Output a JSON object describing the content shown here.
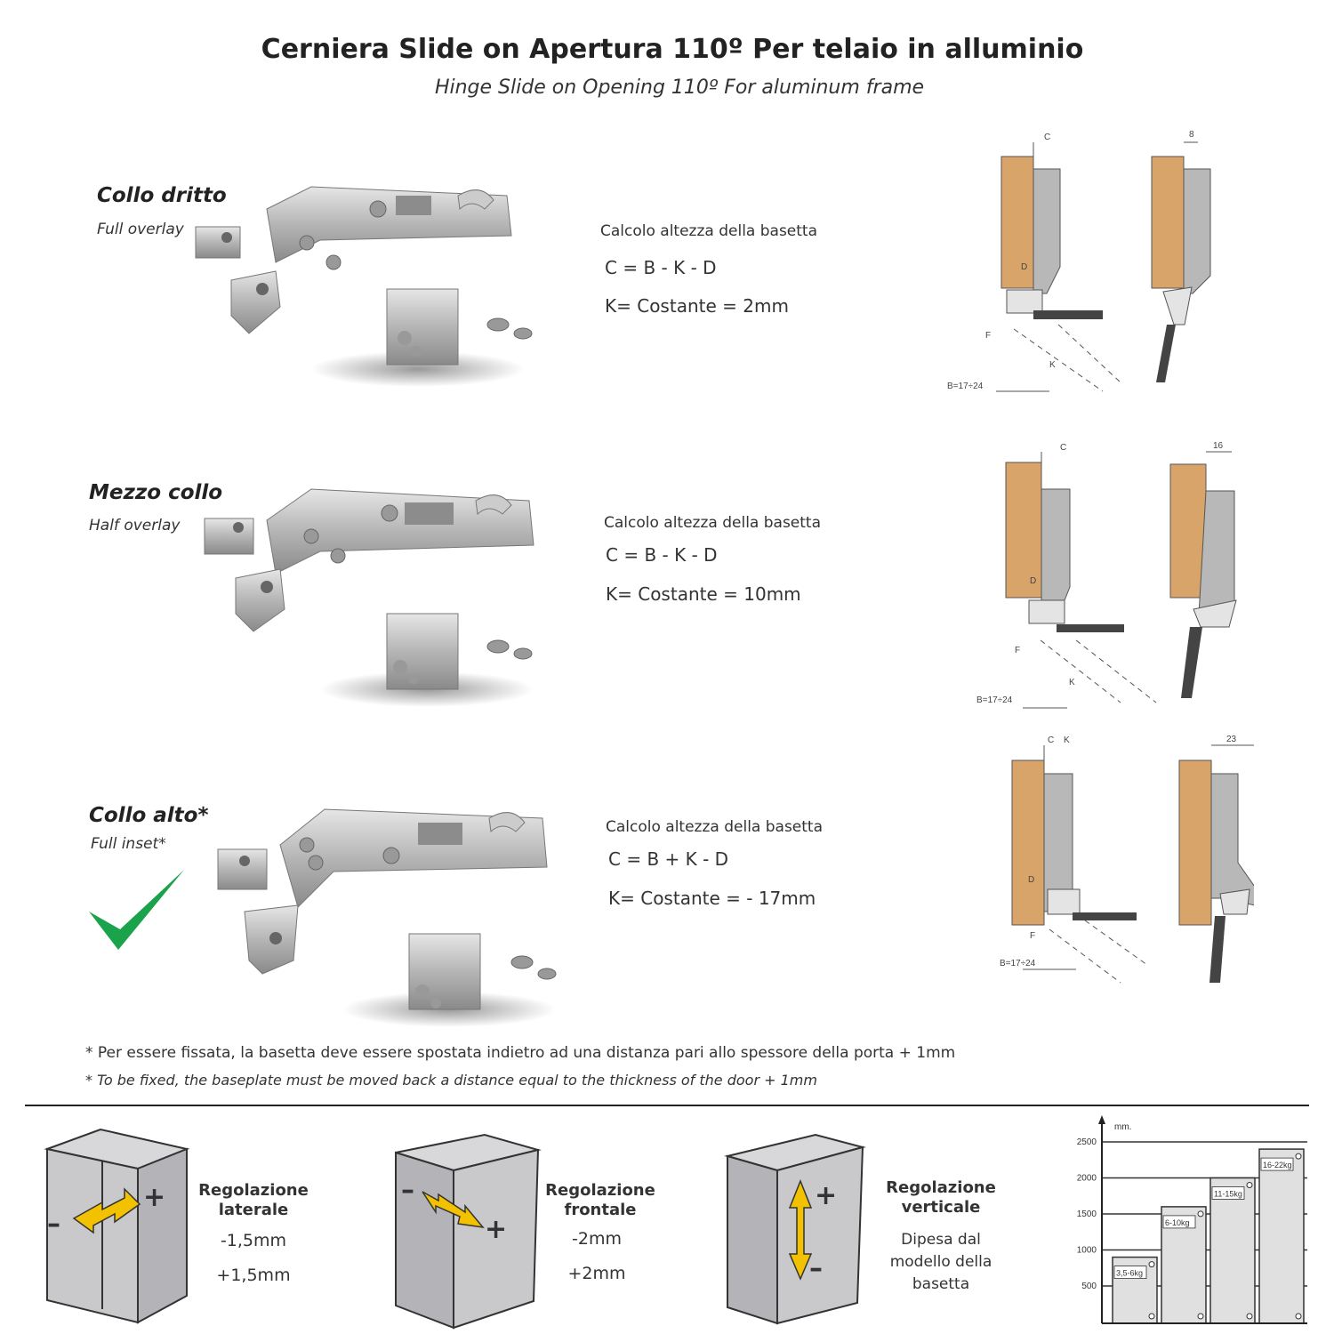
{
  "header": {
    "title": "Cerniera Slide on Apertura 110º Per telaio in alluminio",
    "subtitle": "Hinge Slide on Opening 110º For aluminum frame"
  },
  "sections": [
    {
      "title": "Collo dritto",
      "subtitle": "Full overlay",
      "calc_label": "Calcolo altezza della basetta",
      "formula": "C = B - K - D",
      "constant": "K= Costante = 2mm",
      "diagram": {
        "label_c": "C",
        "label_d": "D",
        "label_f": "F",
        "label_k": "K",
        "label_b": "B=17÷24",
        "open_dim": "8"
      }
    },
    {
      "title": "Mezzo collo",
      "subtitle": "Half overlay",
      "calc_label": "Calcolo altezza della basetta",
      "formula": "C = B - K - D",
      "constant": "K= Costante = 10mm",
      "diagram": {
        "label_c": "C",
        "label_d": "D",
        "label_f": "F",
        "label_k": "K",
        "label_b": "B=17÷24",
        "open_dim": "16"
      }
    },
    {
      "title": "Collo alto*",
      "subtitle": "Full inset*",
      "calc_label": "Calcolo altezza della basetta",
      "formula": "C = B + K - D",
      "constant": "K= Costante = - 17mm",
      "diagram": {
        "label_c": "C",
        "label_d": "D",
        "label_f": "F",
        "label_k": "K",
        "label_b": "B=17÷24",
        "open_dim": "23"
      }
    }
  ],
  "footnote": {
    "it": "* Per essere fissata, la basetta deve essere spostata indietro ad una distanza pari allo spessore della porta + 1mm",
    "en": "* To be fixed, the baseplate must be moved back a distance equal to the thickness of the door + 1mm"
  },
  "adjustments": [
    {
      "title_1": "Regolazione",
      "title_2": "laterale",
      "value_1": "-1,5mm",
      "value_2": "+1,5mm"
    },
    {
      "title_1": "Regolazione",
      "title_2": "frontale",
      "value_1": "-2mm",
      "value_2": "+2mm"
    },
    {
      "title_1": "Regolazione",
      "title_2": "verticale",
      "desc_1": "Dipesa dal",
      "desc_2": "modello della",
      "desc_3": "basetta"
    }
  ],
  "sign_plus": "+",
  "sign_minus": "–",
  "colors": {
    "accent_arrow": "#f2c200",
    "check": "#1aa34a",
    "wood": "#d9a46a",
    "metal": "#b8b8b8"
  },
  "weight_chart": {
    "y_unit": "mm.",
    "y_ticks": [
      {
        "label": "2500",
        "value": 2500
      },
      {
        "label": "2000",
        "value": 2000
      },
      {
        "label": "1500",
        "value": 1500
      },
      {
        "label": "1000",
        "value": 1000
      },
      {
        "label": "500",
        "value": 500
      }
    ],
    "bars": [
      {
        "label": "3,5-6kg",
        "value": 900
      },
      {
        "label": "6-10kg",
        "value": 1600
      },
      {
        "label": "11-15kg",
        "value": 2000
      },
      {
        "label": "16-22kg",
        "value": 2400
      }
    ]
  }
}
